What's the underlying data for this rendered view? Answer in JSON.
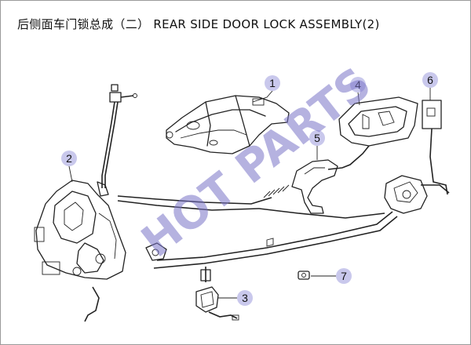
{
  "title": "后侧面车门锁总成（二） REAR SIDE DOOR LOCK ASSEMBLY(2)",
  "watermark": "HOT PARTS",
  "callouts": [
    "1",
    "2",
    "3",
    "4",
    "5",
    "6",
    "7"
  ],
  "colors": {
    "callout_fill": "#c9c8ec",
    "watermark": "#7a74c8",
    "line": "#222222"
  }
}
